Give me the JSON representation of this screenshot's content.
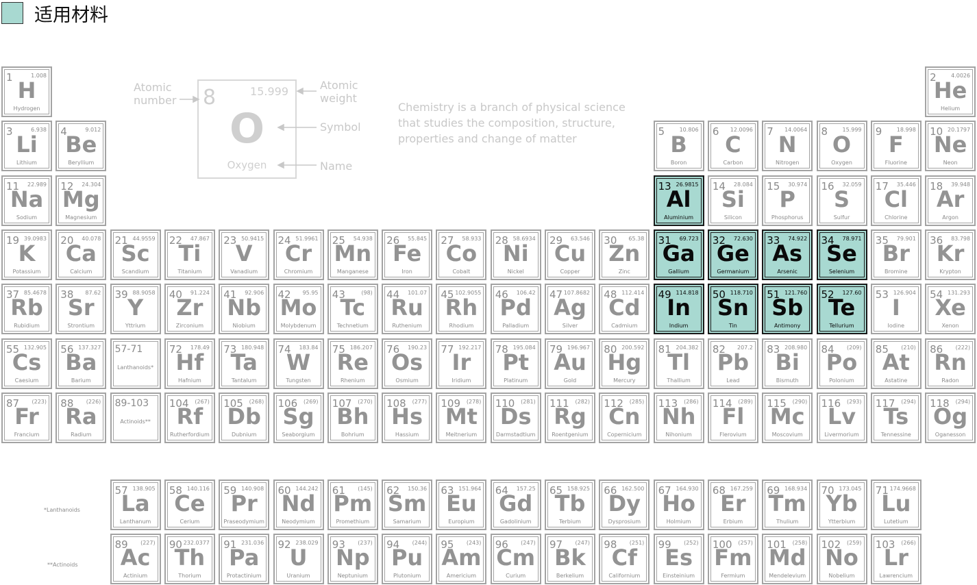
{
  "legend": {
    "swatch_color": "#a8d9d1",
    "label": "适用材料"
  },
  "key": {
    "number": "8",
    "weight": "15.999",
    "symbol": "O",
    "name": "Oxygen",
    "label_number": "Atomic\nnumber",
    "label_weight": "Atomic\nweight",
    "label_symbol": "Symbol",
    "label_name": "Name"
  },
  "description": "Chemistry is a branch of physical science that studies the composition, structure, properties and change of matter",
  "series_labels": {
    "lanthanoids": "*Lanthanoids",
    "actinoids": "**Actinoids"
  },
  "colors": {
    "highlight": "#a8d9d1",
    "border": "#a3a3a3"
  },
  "main_table": [
    [
      "1",
      "1.008",
      "H",
      "Hydrogen"
    ],
    [],
    [],
    [],
    [],
    [],
    [],
    [],
    [],
    [],
    [],
    [],
    [],
    [],
    [],
    [],
    [],
    [
      "2",
      "4.0026",
      "He",
      "Helium"
    ],
    [
      "3",
      "6.938",
      "Li",
      "Lithium"
    ],
    [
      "4",
      "9.012",
      "Be",
      "Beryllium"
    ],
    [],
    [],
    [],
    [],
    [],
    [],
    [],
    [],
    [],
    [],
    [
      "5",
      "10.806",
      "B",
      "Boron"
    ],
    [
      "6",
      "12.0096",
      "C",
      "Carbon"
    ],
    [
      "7",
      "14.0064",
      "N",
      "Nitrogen"
    ],
    [
      "8",
      "15.999",
      "O",
      "Oxygen"
    ],
    [
      "9",
      "18.998",
      "F",
      "Fluorine"
    ],
    [
      "10",
      "20.1797",
      "Ne",
      "Neon"
    ],
    [
      "11",
      "22.989",
      "Na",
      "Sodium"
    ],
    [
      "12",
      "24.304",
      "Mg",
      "Magnesium"
    ],
    [],
    [],
    [],
    [],
    [],
    [],
    [],
    [],
    [],
    [],
    [
      "13",
      "26.9815",
      "Al",
      "Aluminium",
      1
    ],
    [
      "14",
      "28.084",
      "Si",
      "Silicon"
    ],
    [
      "15",
      "30.974",
      "P",
      "Phosphorus"
    ],
    [
      "16",
      "32.059",
      "S",
      "Sulfur"
    ],
    [
      "17",
      "35.446",
      "Cl",
      "Chlorine"
    ],
    [
      "18",
      "39.948",
      "Ar",
      "Argon"
    ],
    [
      "19",
      "39.0983",
      "K",
      "Potassium"
    ],
    [
      "20",
      "40.078",
      "Ca",
      "Calcium"
    ],
    [
      "21",
      "44.9559",
      "Sc",
      "Scandium"
    ],
    [
      "22",
      "47.867",
      "Ti",
      "Titanium"
    ],
    [
      "23",
      "50.9415",
      "V",
      "Vanadium"
    ],
    [
      "24",
      "51.9961",
      "Cr",
      "Chromium"
    ],
    [
      "25",
      "54.938",
      "Mn",
      "Manganese"
    ],
    [
      "26",
      "55.845",
      "Fe",
      "Iron"
    ],
    [
      "27",
      "58.933",
      "Co",
      "Cobalt"
    ],
    [
      "28",
      "58.6934",
      "Ni",
      "Nickel"
    ],
    [
      "29",
      "63.546",
      "Cu",
      "Copper"
    ],
    [
      "30",
      "65.38",
      "Zn",
      "Zinc"
    ],
    [
      "31",
      "69.723",
      "Ga",
      "Gallium",
      1
    ],
    [
      "32",
      "72.630",
      "Ge",
      "Germanium",
      1
    ],
    [
      "33",
      "74.922",
      "As",
      "Arsenic",
      1
    ],
    [
      "34",
      "78.971",
      "Se",
      "Selenium",
      1
    ],
    [
      "35",
      "79.901",
      "Br",
      "Bromine"
    ],
    [
      "36",
      "83.798",
      "Kr",
      "Krypton"
    ],
    [
      "37",
      "85.4678",
      "Rb",
      "Rubidium"
    ],
    [
      "38",
      "87.62",
      "Sr",
      "Strontium"
    ],
    [
      "39",
      "88.9058",
      "Y",
      "Yttrium"
    ],
    [
      "40",
      "91.224",
      "Zr",
      "Zirconium"
    ],
    [
      "41",
      "92.906",
      "Nb",
      "Niobium"
    ],
    [
      "42",
      "95.95",
      "Mo",
      "Molybdenum"
    ],
    [
      "43",
      "(98)",
      "Tc",
      "Technetium"
    ],
    [
      "44",
      "101.07",
      "Ru",
      "Ruthenium"
    ],
    [
      "45",
      "102.9055",
      "Rh",
      "Rhodium"
    ],
    [
      "46",
      "106.42",
      "Pd",
      "Palladium"
    ],
    [
      "47",
      "107.8682",
      "Ag",
      "Silver"
    ],
    [
      "48",
      "112.414",
      "Cd",
      "Cadmium"
    ],
    [
      "49",
      "114.818",
      "In",
      "Indium",
      1
    ],
    [
      "50",
      "118.710",
      "Sn",
      "Tin",
      1
    ],
    [
      "51",
      "121.760",
      "Sb",
      "Antimony",
      1
    ],
    [
      "52",
      "127.60",
      "Te",
      "Tellurium",
      1
    ],
    [
      "53",
      "126.904",
      "I",
      "Iodine"
    ],
    [
      "54",
      "131.293",
      "Xe",
      "Xenon"
    ],
    [
      "55",
      "132.905",
      "Cs",
      "Caesium"
    ],
    [
      "56",
      "137.327",
      "Ba",
      "Barium"
    ],
    [
      "57-71",
      "",
      "",
      "Lanthanoids*"
    ],
    [
      "72",
      "178.49",
      "Hf",
      "Hafnium"
    ],
    [
      "73",
      "180.948",
      "Ta",
      "Tantalum"
    ],
    [
      "74",
      "183.84",
      "W",
      "Tungsten"
    ],
    [
      "75",
      "186.207",
      "Re",
      "Rhenium"
    ],
    [
      "76",
      "190.23",
      "Os",
      "Osmium"
    ],
    [
      "77",
      "192.217",
      "Ir",
      "Iridium"
    ],
    [
      "78",
      "195.084",
      "Pt",
      "Platinum"
    ],
    [
      "79",
      "196.967",
      "Au",
      "Gold"
    ],
    [
      "80",
      "200.592",
      "Hg",
      "Mercury"
    ],
    [
      "81",
      "204.382",
      "Tl",
      "Thallium"
    ],
    [
      "82",
      "207.2",
      "Pb",
      "Lead"
    ],
    [
      "83",
      "208.980",
      "Bi",
      "Bismuth"
    ],
    [
      "84",
      "(209)",
      "Po",
      "Polonium"
    ],
    [
      "85",
      "(210)",
      "At",
      "Astatine"
    ],
    [
      "86",
      "(222)",
      "Rn",
      "Radon"
    ],
    [
      "87",
      "(223)",
      "Fr",
      "Francium"
    ],
    [
      "88",
      "(226)",
      "Ra",
      "Radium"
    ],
    [
      "89-103",
      "",
      "",
      "Actinoids**"
    ],
    [
      "104",
      "(267)",
      "Rf",
      "Rutherfordium"
    ],
    [
      "105",
      "(268)",
      "Db",
      "Dubnium"
    ],
    [
      "106",
      "(269)",
      "Sg",
      "Seaborgium"
    ],
    [
      "107",
      "(270)",
      "Bh",
      "Bohrium"
    ],
    [
      "108",
      "(277)",
      "Hs",
      "Hassium"
    ],
    [
      "109",
      "(278)",
      "Mt",
      "Meitnerium"
    ],
    [
      "110",
      "(281)",
      "Ds",
      "Darmstadtium"
    ],
    [
      "111",
      "(282)",
      "Rg",
      "Roentgenium"
    ],
    [
      "112",
      "(285)",
      "Cn",
      "Copernicium"
    ],
    [
      "113",
      "(286)",
      "Nh",
      "Nihonium"
    ],
    [
      "114",
      "(289)",
      "Fl",
      "Flerovium"
    ],
    [
      "115",
      "(290)",
      "Mc",
      "Moscovium"
    ],
    [
      "116",
      "(293)",
      "Lv",
      "Livermorium"
    ],
    [
      "117",
      "(294)",
      "Ts",
      "Tennessine"
    ],
    [
      "118",
      "(294)",
      "Og",
      "Oganesson"
    ]
  ],
  "lanthanoids": [
    [
      "57",
      "138.905",
      "La",
      "Lanthanum"
    ],
    [
      "58",
      "140.116",
      "Ce",
      "Cerium"
    ],
    [
      "59",
      "140.908",
      "Pr",
      "Praseodymium"
    ],
    [
      "60",
      "144.242",
      "Nd",
      "Neodymium"
    ],
    [
      "61",
      "(145)",
      "Pm",
      "Promethium"
    ],
    [
      "62",
      "150.36",
      "Sm",
      "Samarium"
    ],
    [
      "63",
      "151.964",
      "Eu",
      "Europium"
    ],
    [
      "64",
      "157.25",
      "Gd",
      "Gadolinium"
    ],
    [
      "65",
      "158.925",
      "Tb",
      "Terbium"
    ],
    [
      "66",
      "162.500",
      "Dy",
      "Dysprosium"
    ],
    [
      "67",
      "164.930",
      "Ho",
      "Holmium"
    ],
    [
      "68",
      "167.259",
      "Er",
      "Erbium"
    ],
    [
      "69",
      "168.934",
      "Tm",
      "Thulium"
    ],
    [
      "70",
      "173.045",
      "Yb",
      "Ytterbium"
    ],
    [
      "71",
      "174.9668",
      "Lu",
      "Lutetium"
    ]
  ],
  "actinoids": [
    [
      "89",
      "(227)",
      "Ac",
      "Actinium"
    ],
    [
      "90",
      "232.0377",
      "Th",
      "Thorium"
    ],
    [
      "91",
      "231.036",
      "Pa",
      "Protactinium"
    ],
    [
      "92",
      "238.029",
      "U",
      "Uranium"
    ],
    [
      "93",
      "(237)",
      "Np",
      "Neptunium"
    ],
    [
      "94",
      "(244)",
      "Pu",
      "Plutonium"
    ],
    [
      "95",
      "(243)",
      "Am",
      "Americium"
    ],
    [
      "96",
      "(247)",
      "Cm",
      "Curium"
    ],
    [
      "97",
      "(247)",
      "Bk",
      "Berkelium"
    ],
    [
      "98",
      "(251)",
      "Cf",
      "Californium"
    ],
    [
      "99",
      "(252)",
      "Es",
      "Einsteinium"
    ],
    [
      "100",
      "(257)",
      "Fm",
      "Fermium"
    ],
    [
      "101",
      "(258)",
      "Md",
      "Mendelevium"
    ],
    [
      "102",
      "(259)",
      "No",
      "Nobelium"
    ],
    [
      "103",
      "(266)",
      "Lr",
      "Lawrencium"
    ]
  ]
}
